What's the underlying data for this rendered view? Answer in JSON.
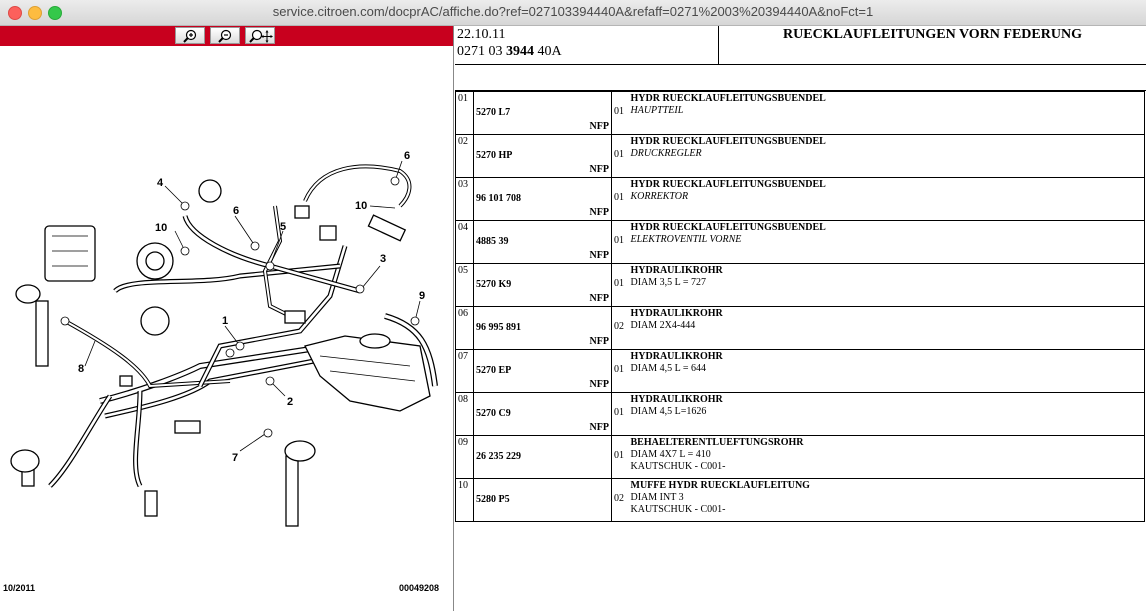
{
  "browser": {
    "url": "service.citroen.com/docprAC/affiche.do?ref=027103394440A&refaff=0271%2003%20394440A&noFct=1"
  },
  "toolbar": {
    "zoom_in_icon": "zoom-in-icon",
    "zoom_out_icon": "zoom-out-icon",
    "zoom_pan_icon": "zoom-pan-icon"
  },
  "diagram": {
    "callouts": [
      "1",
      "2",
      "3",
      "4",
      "5",
      "6",
      "6",
      "7",
      "8",
      "9",
      "10",
      "10"
    ],
    "date_code": "10/2011",
    "image_code": "00049208"
  },
  "header": {
    "date": "22.10.11",
    "ref_prefix": "0271 03 ",
    "ref_bold": "3944",
    "ref_suffix": " 40A",
    "title": "RUECKLAUFLEITUNGEN VORN FEDERUNG"
  },
  "parts": [
    {
      "no": "01",
      "ref": "5270 L7",
      "nfp": "NFP",
      "qty": "01",
      "name": "HYDR RUECKLAUFLEITUNGSBUENDEL",
      "sub": "HAUPTTEIL",
      "italic": true,
      "extra": ""
    },
    {
      "no": "02",
      "ref": "5270 HP",
      "nfp": "NFP",
      "qty": "01",
      "name": "HYDR RUECKLAUFLEITUNGSBUENDEL",
      "sub": "DRUCKREGLER",
      "italic": true,
      "extra": ""
    },
    {
      "no": "03",
      "ref": "96 101 708",
      "nfp": "NFP",
      "qty": "01",
      "name": "HYDR RUECKLAUFLEITUNGSBUENDEL",
      "sub": "KORREKTOR",
      "italic": true,
      "extra": ""
    },
    {
      "no": "04",
      "ref": "4885 39",
      "nfp": "NFP",
      "qty": "01",
      "name": "HYDR RUECKLAUFLEITUNGSBUENDEL",
      "sub": "ELEKTROVENTIL VORNE",
      "italic": true,
      "extra": ""
    },
    {
      "no": "05",
      "ref": "5270 K9",
      "nfp": "NFP",
      "qty": "01",
      "name": "HYDRAULIKROHR",
      "sub": "DIAM 3,5 L = 727",
      "italic": false,
      "extra": ""
    },
    {
      "no": "06",
      "ref": "96 995 891",
      "nfp": "NFP",
      "qty": "02",
      "name": "HYDRAULIKROHR",
      "sub": "DIAM 2X4-444",
      "italic": false,
      "extra": ""
    },
    {
      "no": "07",
      "ref": "5270 EP",
      "nfp": "NFP",
      "qty": "01",
      "name": "HYDRAULIKROHR",
      "sub": "DIAM 4,5 L = 644",
      "italic": false,
      "extra": ""
    },
    {
      "no": "08",
      "ref": "5270 C9",
      "nfp": "NFP",
      "qty": "01",
      "name": "HYDRAULIKROHR",
      "sub": "DIAM 4,5 L=1626",
      "italic": false,
      "extra": ""
    },
    {
      "no": "09",
      "ref": "26 235 229",
      "nfp": "",
      "qty": "01",
      "name": "BEHAELTERENTLUEFTUNGSROHR",
      "sub": "DIAM 4X7 L = 410",
      "italic": false,
      "extra": "KAUTSCHUK - C001-"
    },
    {
      "no": "10",
      "ref": "5280 P5",
      "nfp": "",
      "qty": "02",
      "name": "MUFFE HYDR RUECKLAUFLEITUNG",
      "sub": "DIAM INT 3",
      "italic": false,
      "extra": "KAUTSCHUK - C001-"
    }
  ]
}
